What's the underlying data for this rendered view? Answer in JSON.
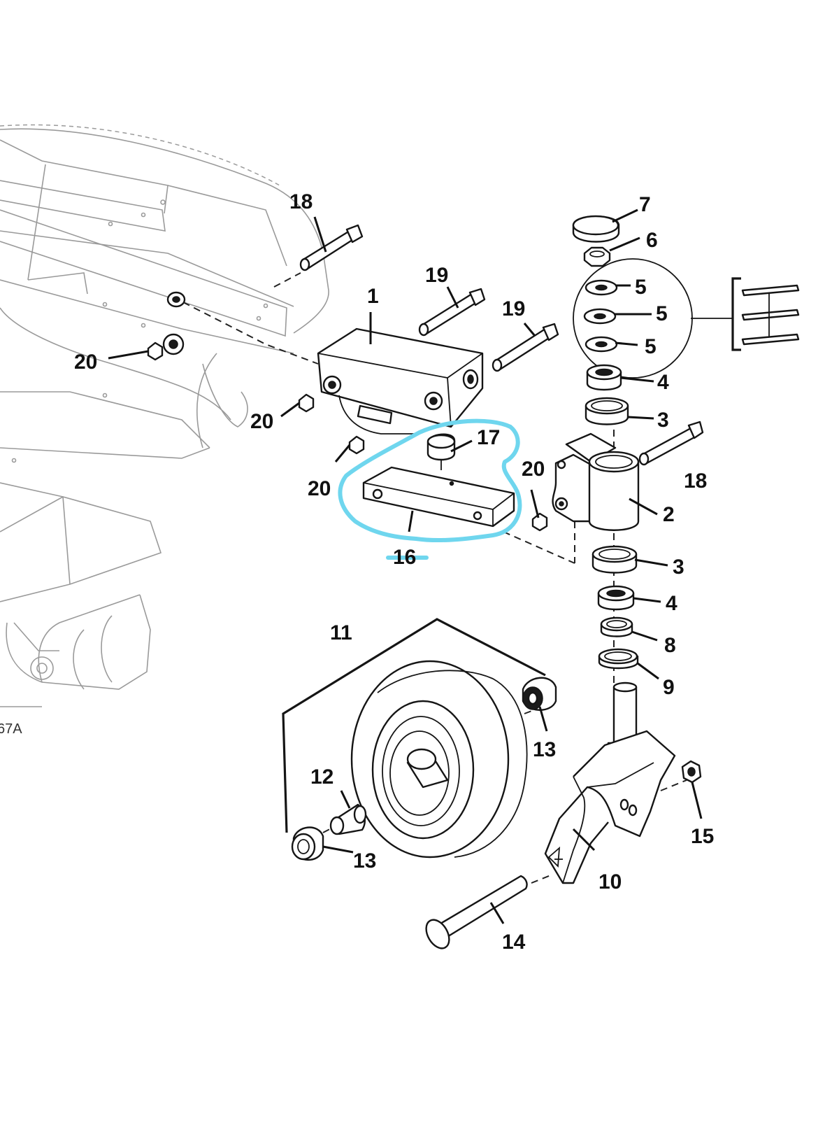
{
  "figure": {
    "id_fragment": "67A",
    "highlight_color": "#6fd6ee",
    "ink_color": "#151515",
    "ghost_color": "#9a9a9a"
  },
  "callouts": {
    "c1": "1",
    "c2": "2",
    "c3a": "3",
    "c3b": "3",
    "c4a": "4",
    "c4b": "4",
    "c5a": "5",
    "c5b": "5",
    "c5c": "5",
    "c6": "6",
    "c7": "7",
    "c8": "8",
    "c9": "9",
    "c10": "10",
    "c11": "11",
    "c12": "12",
    "c13a": "13",
    "c13b": "13",
    "c14": "14",
    "c15": "15",
    "c16": "16",
    "c17": "17",
    "c18a": "18",
    "c18b": "18",
    "c19a": "19",
    "c19b": "19",
    "c20a": "20",
    "c20b": "20",
    "c20c": "20",
    "c20d": "20"
  }
}
